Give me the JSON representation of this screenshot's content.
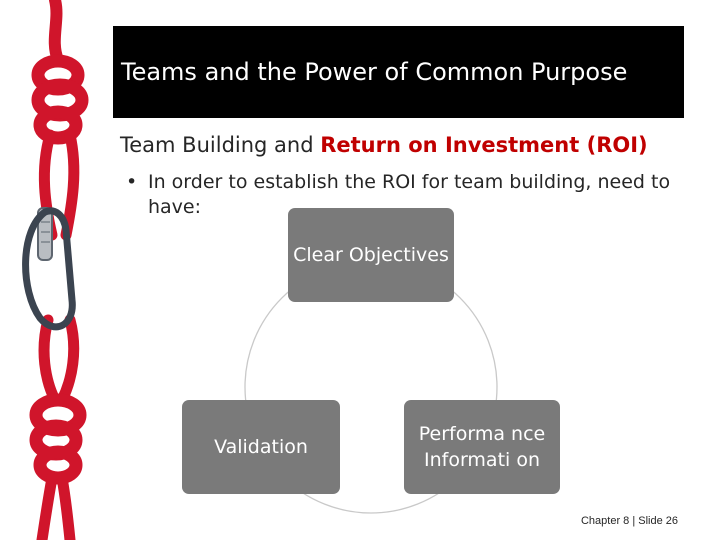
{
  "slide": {
    "title": "Teams and the Power of Common Purpose",
    "subtitle_plain": "Team Building and ",
    "subtitle_accent": "Return on Investment (ROI)",
    "bullet_marker": "•",
    "bullet_text": "In order to establish the ROI for team building, need to have:",
    "footer": "Chapter 8 | Slide 26"
  },
  "cycle": {
    "items": [
      "Clear Objectives",
      "Performa nce Informati on",
      "Validation"
    ]
  },
  "colors": {
    "title_bg": "#000000",
    "accent": "#c00000",
    "box_fill": "#7a7a7a",
    "rope": "#d0152b"
  },
  "decor": {
    "rope_image": "red-climbing-rope-with-carabiner"
  }
}
